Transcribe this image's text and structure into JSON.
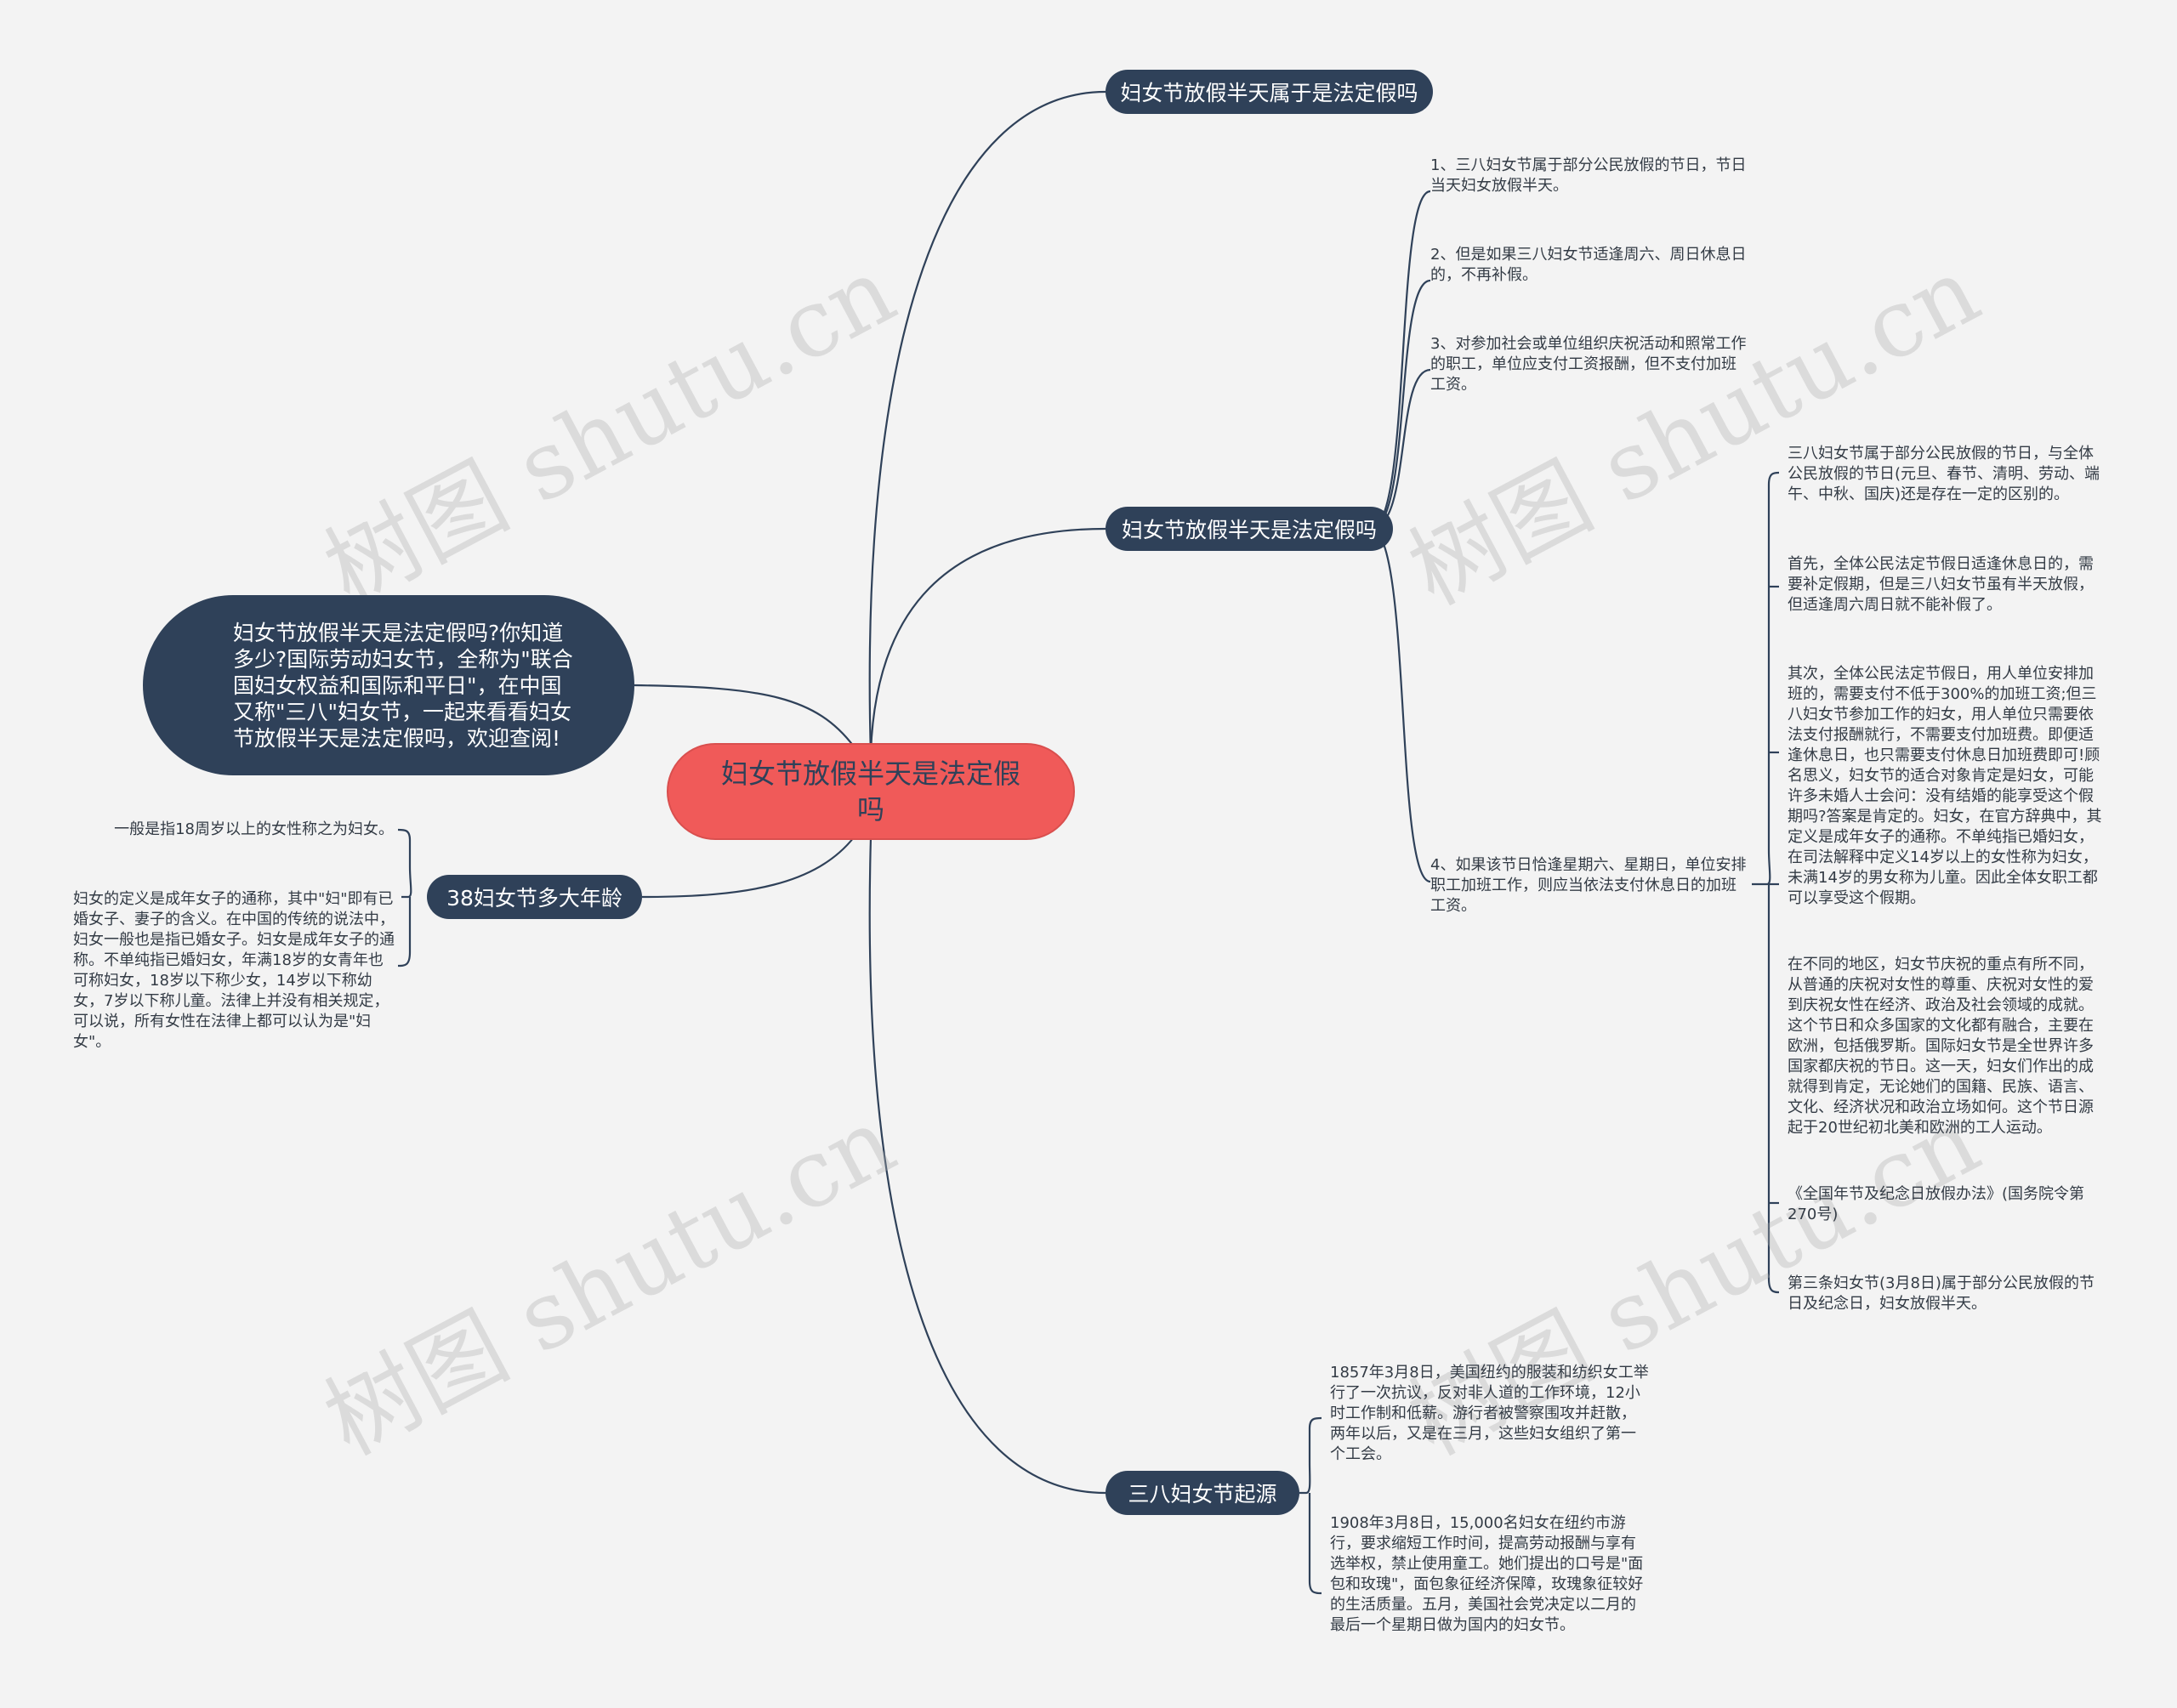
{
  "root": {
    "label": "妇女节放假半天是法定假吗"
  },
  "intro": {
    "text": "妇女节放假半天是法定假吗?你知道多少?国际劳动妇女节，全称为\"联合国妇女权益和国际和平日\"，在中国又称\"三八\"妇女节，一起来看看妇女节放假半天是法定假吗，欢迎查阅!"
  },
  "branches": {
    "b1": {
      "label": "妇女节放假半天属于是法定假吗"
    },
    "b2": {
      "label": "妇女节放假半天是法定假吗",
      "items": [
        "1、三八妇女节属于部分公民放假的节日，节日当天妇女放假半天。",
        "2、但是如果三八妇女节适逢周六、周日休息日的，不再补假。",
        "3、对参加社会或单位组织庆祝活动和照常工作的职工，单位应支付工资报酬，但不支付加班工资。",
        "4、如果该节日恰逢星期六、星期日，单位安排职工加班工作，则应当依法支付休息日的加班工资。"
      ],
      "sub_items": [
        "三八妇女节属于部分公民放假的节日，与全体公民放假的节日(元旦、春节、清明、劳动、端午、中秋、国庆)还是存在一定的区别的。",
        "首先，全体公民法定节假日适逢休息日的，需要补定假期，但是三八妇女节虽有半天放假，但适逢周六周日就不能补假了。",
        "其次，全体公民法定节假日，用人单位安排加班的，需要支付不低于300%的加班工资;但三八妇女节参加工作的妇女，用人单位只需要依法支付报酬就行，不需要支付加班费。即便适逢休息日，也只需要支付休息日加班费即可!顾名思义，妇女节的适合对象肯定是妇女，可能许多未婚人士会问：没有结婚的能享受这个假期吗?答案是肯定的。妇女，在官方辞典中，其定义是成年女子的通称。不单纯指已婚妇女，在司法解释中定义14岁以上的女性称为妇女，未满14岁的男女称为儿童。因此全体女职工都可以享受这个假期。",
        "在不同的地区，妇女节庆祝的重点有所不同，从普通的庆祝对女性的尊重、庆祝对女性的爱到庆祝女性在经济、政治及社会领域的成就。这个节日和众多国家的文化都有融合，主要在欧洲，包括俄罗斯。国际妇女节是全世界许多国家都庆祝的节日。这一天，妇女们作出的成就得到肯定，无论她们的国籍、民族、语言、文化、经济状况和政治立场如何。这个节日源起于20世纪初北美和欧洲的工人运动。",
        "《全国年节及纪念日放假办法》(国务院令第270号)",
        "第三条妇女节(3月8日)属于部分公民放假的节日及纪念日，妇女放假半天。"
      ]
    },
    "b3": {
      "label": "38妇女节多大年龄",
      "items": [
        "一般是指18周岁以上的女性称之为妇女。",
        "妇女的定义是成年女子的通称，其中\"妇\"即有已婚女子、妻子的含义。在中国的传统的说法中，妇女一般也是指已婚女子。妇女是成年女子的通称。不单纯指已婚妇女，年满18岁的女青年也可称妇女，18岁以下称少女，14岁以下称幼女，7岁以下称儿童。法律上并没有相关规定，可以说，所有女性在法律上都可以认为是\"妇女\"。"
      ]
    },
    "b4": {
      "label": "三八妇女节起源",
      "items": [
        "1857年3月8日，美国纽约的服装和纺织女工举行了一次抗议，反对非人道的工作环境，12小时工作制和低薪。游行者被警察围攻并赶散，两年以后，又是在三月，这些妇女组织了第一个工会。",
        "1908年3月8日，15,000名妇女在纽约市游行，要求缩短工作时间，提高劳动报酬与享有选举权，禁止使用童工。她们提出的口号是\"面包和玫瑰\"，面包象征经济保障，玫瑰象征较好的生活质量。五月，美国社会党决定以二月的最后一个星期日做为国内的妇女节。"
      ]
    }
  },
  "watermark": {
    "text": "树图 shutu.cn"
  },
  "colors": {
    "node": "#2f4159",
    "root": "#f05a59",
    "line": "#2f4159",
    "background": "#f3f3f3"
  }
}
